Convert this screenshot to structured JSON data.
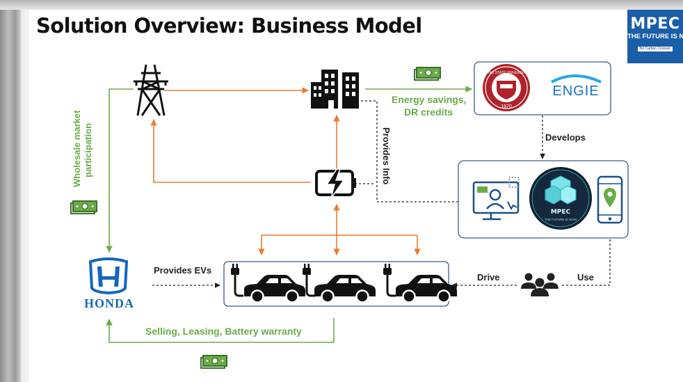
{
  "slide": {
    "title": "Solution Overview: Business Model"
  },
  "logo": {
    "main": "MPEC",
    "tagline": "THE FUTURE IS NOW",
    "sub": "No Carbon Crossier"
  },
  "labels": {
    "wholesale_line1": "Wholesale market",
    "wholesale_line2": "participation",
    "energy_savings_line1": "Energy savings,",
    "energy_savings_line2": "DR credits",
    "provides_info": "Provides Info",
    "develops": "Develops",
    "provides_evs": "Provides EVs",
    "drive": "Drive",
    "use": "Use",
    "selling": "Selling, Leasing, Battery warranty"
  },
  "partners": {
    "university_seal_text": "OHIO STATE UNIVERSITY",
    "university_year": "1870",
    "engie": "ENGIE",
    "honda": "HONDA",
    "mpec_app": "MPEC",
    "mpec_app_sub": "THE FUTURE IS NOW"
  },
  "icons": {
    "tower": "transmission-tower-icon",
    "building": "buildings-icon",
    "battery": "battery-charging-icon",
    "cash": "money-icon",
    "car": "ev-car-icon",
    "users": "users-group-icon",
    "computer": "computer-user-icon",
    "phone": "phone-location-icon"
  },
  "colors": {
    "orange": "#ec7c30",
    "green": "#6aab48",
    "honda_blue": "#1566c0",
    "mpec_blue": "#1a5ea8",
    "university_red": "#b0232a",
    "box_border": "#3d5a80"
  }
}
